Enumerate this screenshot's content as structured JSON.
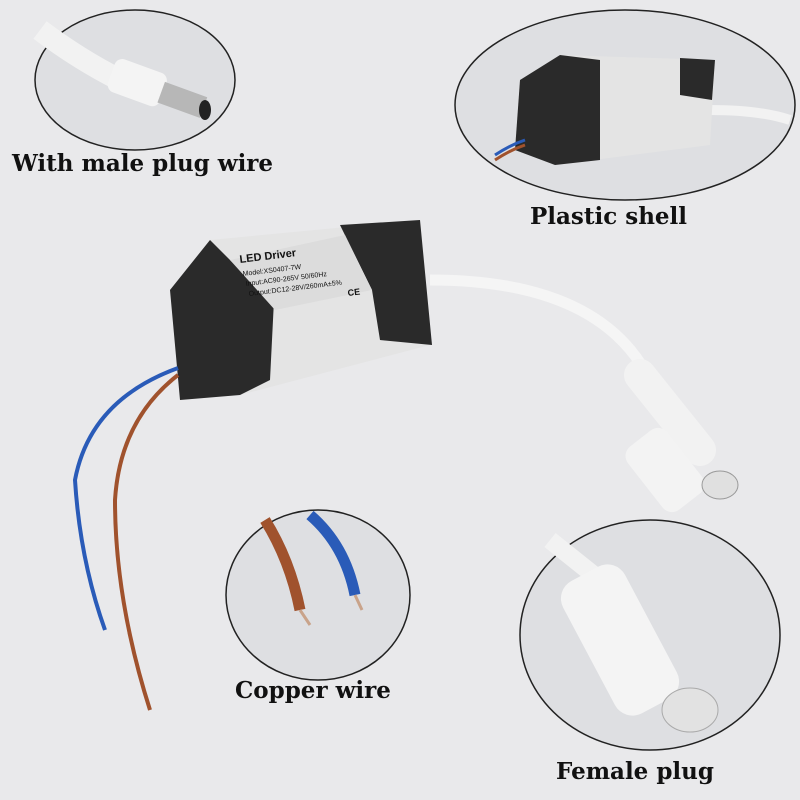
{
  "callouts": {
    "male_plug": "With male plug wire",
    "shell": "Plastic shell",
    "copper": "Copper wire",
    "female_plug": "Female plug"
  },
  "driver_label": {
    "title": "LED Driver",
    "model": "Model:XS0407-7W",
    "input": "Input:AC90-265V 50/60Hz",
    "output": "Output:DC12-28V/260mA±5%",
    "ce": "CE"
  },
  "colors": {
    "background": "#e9e9eb",
    "shell_white": "#e4e4e4",
    "shell_black": "#2a2a2a",
    "wire_blue": "#2a5bb8",
    "wire_brown": "#a0522d"
  }
}
